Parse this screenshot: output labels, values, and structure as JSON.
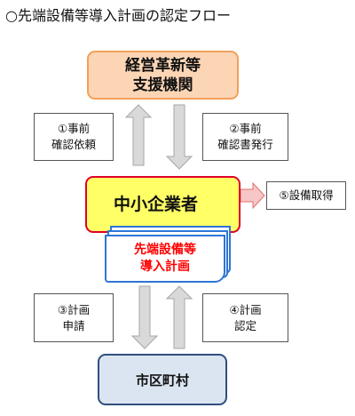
{
  "title": "○先端設備等導入計画の認定フロー",
  "nodes": {
    "support": {
      "line1": "経営革新等",
      "line2": "支援機関"
    },
    "company": "中小企業者",
    "plan": {
      "line1": "先端設備等",
      "line2": "導入計画"
    },
    "city": "市区町村"
  },
  "steps": {
    "step1": {
      "line1": "①事前",
      "line2": "確認依頼"
    },
    "step2": {
      "line1": "②事前",
      "line2": "確認書発行"
    },
    "step3": {
      "line1": "③計画",
      "line2": "申請"
    },
    "step4": {
      "line1": "④計画",
      "line2": "認定"
    },
    "step5": "⑤設備取得"
  },
  "colors": {
    "support_fill": "#fcd5b5",
    "support_border": "#f2a05a",
    "company_fill": "#ffff66",
    "company_border": "#e0002a",
    "plan_border": "#2e75d6",
    "plan_text": "#ff0000",
    "city_fill": "#dbe5f1",
    "city_border": "#2f4f7f",
    "arrow_fill": "#d9d9d9",
    "arrow_border": "#a6a6a6",
    "acquire_arrow_fill": "#f7c6c6",
    "acquire_arrow_border": "#e07070"
  }
}
